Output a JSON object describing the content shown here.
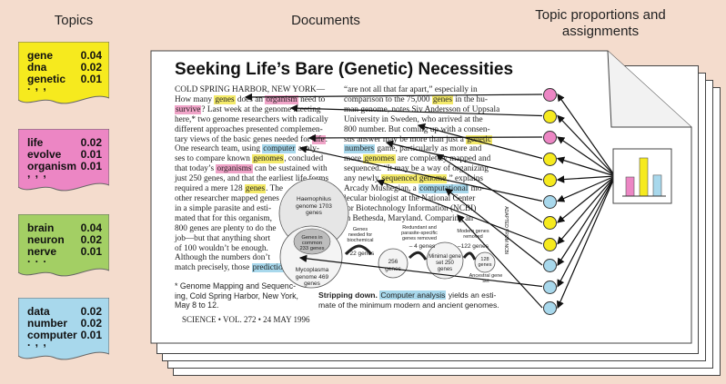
{
  "headers": {
    "topics": "Topics",
    "documents": "Documents",
    "proportions_line1": "Topic proportions and",
    "proportions_line2": "assignments"
  },
  "colors": {
    "yellow": "#f6ea1e",
    "pink": "#ec86c4",
    "green": "#a3cf64",
    "blue": "#a8d8ec",
    "background": "#f4dccd"
  },
  "topics": [
    {
      "color": "yellow",
      "words": [
        {
          "w": "gene",
          "p": "0.04"
        },
        {
          "w": "dna",
          "p": "0.02"
        },
        {
          "w": "genetic",
          "p": "0.01"
        }
      ],
      "dots": ". , ,"
    },
    {
      "color": "pink",
      "words": [
        {
          "w": "life",
          "p": "0.02"
        },
        {
          "w": "evolve",
          "p": "0.01"
        },
        {
          "w": "organism",
          "p": "0.01"
        }
      ],
      "dots": ", , ,"
    },
    {
      "color": "green",
      "words": [
        {
          "w": "brain",
          "p": "0.04"
        },
        {
          "w": "neuron",
          "p": "0.02"
        },
        {
          "w": "nerve",
          "p": "0.01"
        }
      ],
      "dots": ". . ."
    },
    {
      "color": "blue",
      "words": [
        {
          "w": "data",
          "p": "0.02"
        },
        {
          "w": "number",
          "p": "0.02"
        },
        {
          "w": "computer",
          "p": "0.01"
        }
      ],
      "dots": ". , ,"
    }
  ],
  "document": {
    "title": "Seeking Life’s Bare (Genetic) Necessities",
    "left_col": [
      [
        {
          "t": "COLD SPRING HARBOR, NEW YORK—"
        }
      ],
      [
        {
          "t": "How many "
        },
        {
          "t": "genes",
          "h": "y"
        },
        {
          "t": " does an "
        },
        {
          "t": "organism",
          "h": "p"
        },
        {
          "t": " need to"
        }
      ],
      [
        {
          "t": "survive",
          "h": "p"
        },
        {
          "t": "? Last week at the genome meeting"
        }
      ],
      [
        {
          "t": "here,* two genome researchers with radically"
        }
      ],
      [
        {
          "t": "different approaches presented complemen-"
        }
      ],
      [
        {
          "t": "tary views of the basic genes needed for "
        },
        {
          "t": "life",
          "h": "p"
        },
        {
          "t": "."
        }
      ],
      [
        {
          "t": "One research team, using "
        },
        {
          "t": "computer",
          "h": "b"
        },
        {
          "t": " analy-"
        }
      ],
      [
        {
          "t": "ses to compare known "
        },
        {
          "t": "genomes",
          "h": "y"
        },
        {
          "t": ", concluded"
        }
      ],
      [
        {
          "t": "that today’s "
        },
        {
          "t": "organisms",
          "h": "p"
        },
        {
          "t": " can be sustained with"
        }
      ],
      [
        {
          "t": "just 250 genes, and that the earliest life forms"
        }
      ],
      [
        {
          "t": "required a mere 128 "
        },
        {
          "t": "genes",
          "h": "y"
        },
        {
          "t": ". The"
        }
      ],
      [
        {
          "t": "other researcher mapped genes"
        }
      ],
      [
        {
          "t": "in a simple parasite and esti-"
        }
      ],
      [
        {
          "t": "mated that for this organism,"
        }
      ],
      [
        {
          "t": "800 genes are plenty to do the"
        }
      ],
      [
        {
          "t": "job—but that anything short"
        }
      ],
      [
        {
          "t": "of 100 wouldn’t be enough."
        }
      ],
      [
        {
          "t": "   Although the numbers don’t"
        }
      ],
      [
        {
          "t": "match precisely, those "
        },
        {
          "t": "predictions",
          "h": "b"
        }
      ]
    ],
    "right_col": [
      [
        {
          "t": "“are not all that far apart,” especially in"
        }
      ],
      [
        {
          "t": "comparison to the 75,000 "
        },
        {
          "t": "genes",
          "h": "y"
        },
        {
          "t": " in the hu-"
        }
      ],
      [
        {
          "t": "man genome, notes Siv Andersson of Uppsala"
        }
      ],
      [
        {
          "t": "University in Sweden, who arrived at the"
        }
      ],
      [
        {
          "t": "800 number. But coming up with a consen-"
        }
      ],
      [
        {
          "t": "sus answer may be more than just a "
        },
        {
          "t": "genetic",
          "h": "y"
        }
      ],
      [
        {
          "t": "numbers",
          "h": "b"
        },
        {
          "t": " game, particularly as more and"
        }
      ],
      [
        {
          "t": "more "
        },
        {
          "t": "genomes",
          "h": "y"
        },
        {
          "t": " are completely mapped and"
        }
      ],
      [
        {
          "t": "sequenced. “It may be a way of organizing"
        }
      ],
      [
        {
          "t": "any newly "
        },
        {
          "t": "sequenced genome",
          "h": "y"
        },
        {
          "t": ",” explains"
        }
      ],
      [
        {
          "t": "Arcady Mushegian, a "
        },
        {
          "t": "computational",
          "h": "b"
        },
        {
          "t": " mo-"
        }
      ],
      [
        {
          "t": "lecular biologist at the National Center"
        }
      ],
      [
        {
          "t": "for Biotechnology Information (NCBI)"
        }
      ],
      [
        {
          "t": "in Bethesda, Maryland. Comparing an"
        }
      ]
    ],
    "figure": {
      "haemophilus": "Haemophilus genome 1703 genes",
      "common": "Genes in common 233 genes",
      "mycoplasma": "Mycoplasma genome 469 genes",
      "genes_needed": "Genes needed for biochemical",
      "plus22": "+22 genes",
      "redundant": "Redundant and parasite-specific genes removed",
      "minus4": "– 4 genes",
      "modern": "Modern genes removed",
      "minus122": "–122 genes",
      "g256": "256 genes",
      "minimal": "Minimal gene set 250 genes",
      "g128": "128 genes",
      "ancestral": "Ancestral gene set",
      "credit": "ADAPTED FROM NCBI"
    },
    "caption_bold": "Stripping down.",
    "caption_hl": "Computer analysis",
    "caption_rest1": " yields an esti-",
    "caption_rest2": "mate of the minimum modern and ancient genomes.",
    "footnote": [
      "* Genome Mapping and Sequenc-",
      "ing, Cold Spring Harbor, New York,",
      "May 8 to 12."
    ],
    "footer": "SCIENCE • VOL. 272 • 24 MAY 1996"
  },
  "assignments": [
    "pink",
    "yellow",
    "pink",
    "yellow",
    "yellow",
    "blue",
    "yellow",
    "yellow",
    "blue",
    "blue",
    "blue"
  ],
  "proportions": [
    {
      "topic": "pink",
      "value": 0.5
    },
    {
      "topic": "yellow",
      "value": 1.0
    },
    {
      "topic": "blue",
      "value": 0.55
    }
  ]
}
